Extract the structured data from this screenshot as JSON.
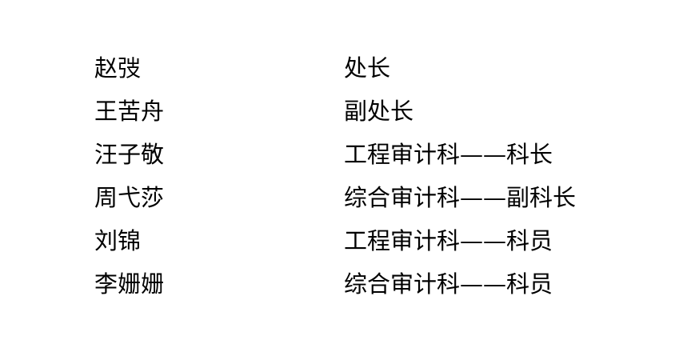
{
  "staff": [
    {
      "name": "赵弢",
      "role": "处长"
    },
    {
      "name": "王苦舟",
      "role": "副处长"
    },
    {
      "name": "汪子敬",
      "role": "工程审计科——科长"
    },
    {
      "name": "周弋莎",
      "role": "综合审计科——副科长"
    },
    {
      "name": "刘锦",
      "role": "工程审计科——科员"
    },
    {
      "name": "李姗姗",
      "role": "综合审计科——科员"
    }
  ]
}
